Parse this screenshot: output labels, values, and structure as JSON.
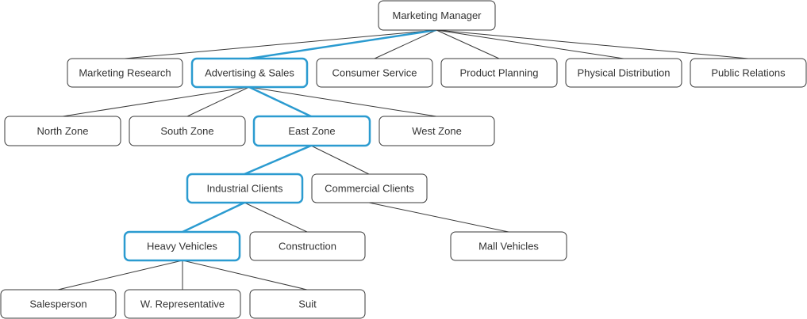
{
  "colors": {
    "highlight": "#2b9bd0",
    "border": "#3a3a3a",
    "text": "#333333",
    "background": "#ffffff"
  },
  "nodes": {
    "marketing_manager": "Marketing Manager",
    "marketing_research": "Marketing Research",
    "advertising_sales": "Advertising & Sales",
    "consumer_service": "Consumer Service",
    "product_planning": "Product Planning",
    "physical_distribution": "Physical Distribution",
    "public_relations": "Public Relations",
    "north_zone": "North Zone",
    "south_zone": "South Zone",
    "east_zone": "East Zone",
    "west_zone": "West Zone",
    "industrial_clients": "Industrial Clients",
    "commercial_clients": "Commercial Clients",
    "heavy_vehicles": "Heavy Vehicles",
    "construction": "Construction",
    "mall_vehicles": "Mall Vehicles",
    "salesperson": "Salesperson",
    "w_representative": "W. Representative",
    "suit": "Suit"
  },
  "highlighted_path": [
    "marketing_manager",
    "advertising_sales",
    "east_zone",
    "industrial_clients",
    "heavy_vehicles"
  ]
}
